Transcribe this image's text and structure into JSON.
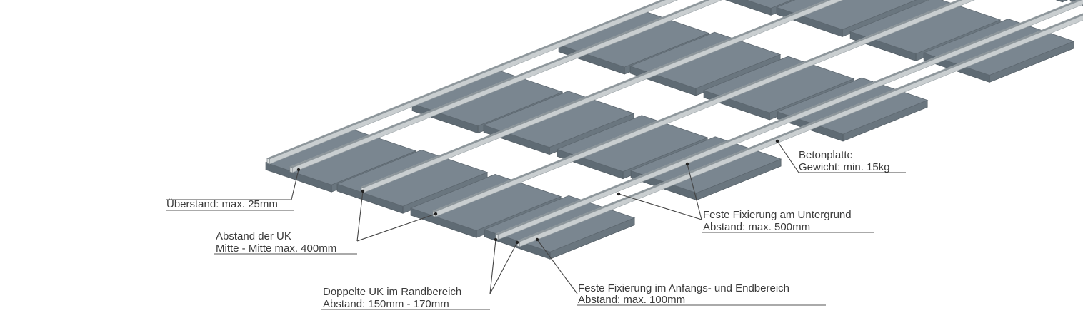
{
  "labels": {
    "overhang": "Überstand: max. 25mm",
    "spacing_line1": "Abstand der UK",
    "spacing_line2": "Mitte - Mitte max. 400mm",
    "double_line1": "Doppelte UK im Randbereich",
    "double_line2": "Abstand: 150mm - 170mm",
    "slab_line1": "Betonplatte",
    "slab_line2": "Gewicht: min. 15kg",
    "fix_ground_line1": "Feste Fixierung am Untergrund",
    "fix_ground_line2": "Abstand: max. 500mm",
    "fix_end_line1": "Feste Fixierung im Anfangs- und Endbereich",
    "fix_end_line2": "Abstand: max. 100mm"
  },
  "colors": {
    "slab": "#7a8690",
    "rail": "#f3f5f5",
    "text": "#3a3a3a"
  }
}
